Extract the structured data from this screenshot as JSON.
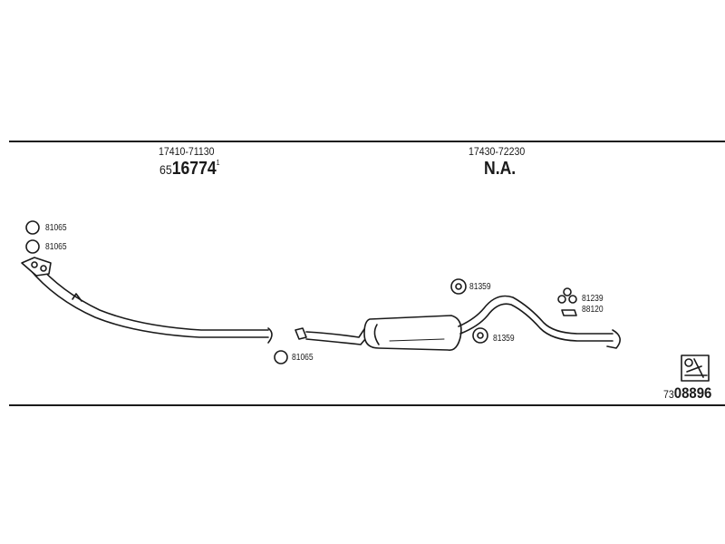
{
  "header": {
    "section_left": {
      "part_number": "17410-71130",
      "code_prefix": "65",
      "code_main": "16774",
      "code_suffix": "1"
    },
    "section_right": {
      "part_number": "17430-72230",
      "code_main": "N.A."
    }
  },
  "callouts": {
    "gasket_1": "81065",
    "gasket_2": "81065",
    "gasket_3": "81065",
    "hanger_1": "81359",
    "hanger_2": "81359",
    "clamp": "81239",
    "bracket": "88120"
  },
  "footer": {
    "code_prefix": "73",
    "code_main": "08896"
  }
}
